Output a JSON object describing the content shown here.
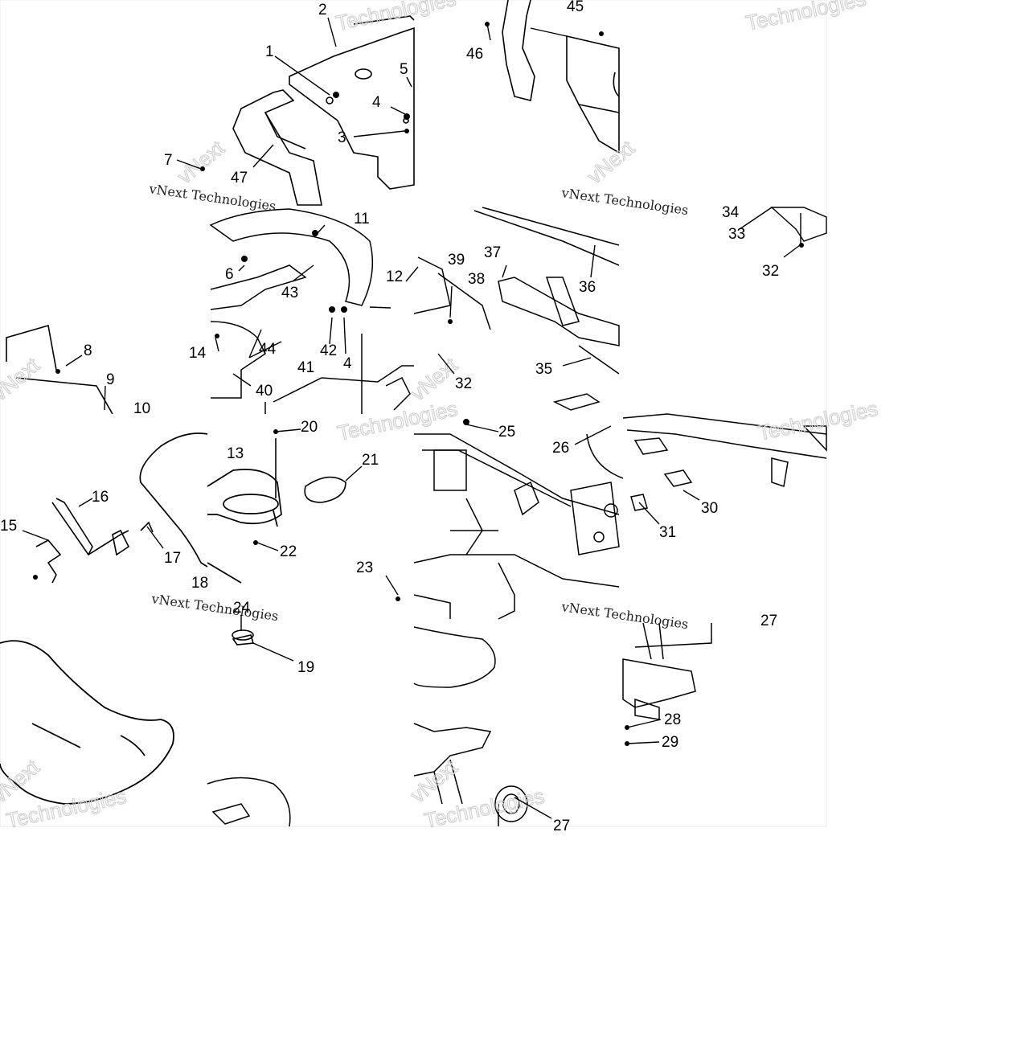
{
  "diagram": {
    "part_labels": [
      "1",
      "2",
      "3",
      "4",
      "5",
      "6",
      "7",
      "8",
      "9",
      "10",
      "11",
      "12",
      "13",
      "14",
      "15",
      "16",
      "17",
      "18",
      "19",
      "20",
      "21",
      "22",
      "23",
      "24",
      "25",
      "26",
      "27",
      "28",
      "29",
      "30",
      "31",
      "32",
      "33",
      "34",
      "35",
      "36",
      "37",
      "38",
      "39",
      "40",
      "41",
      "42",
      "43",
      "44",
      "45",
      "46",
      "47"
    ],
    "watermark": {
      "brand": "Technologies",
      "brand_part": "vNext",
      "repeat_text": "vNext Technologies"
    },
    "colors": {
      "line": "#000000",
      "watermark": "#cfcfcf",
      "background": "#ffffff"
    }
  }
}
